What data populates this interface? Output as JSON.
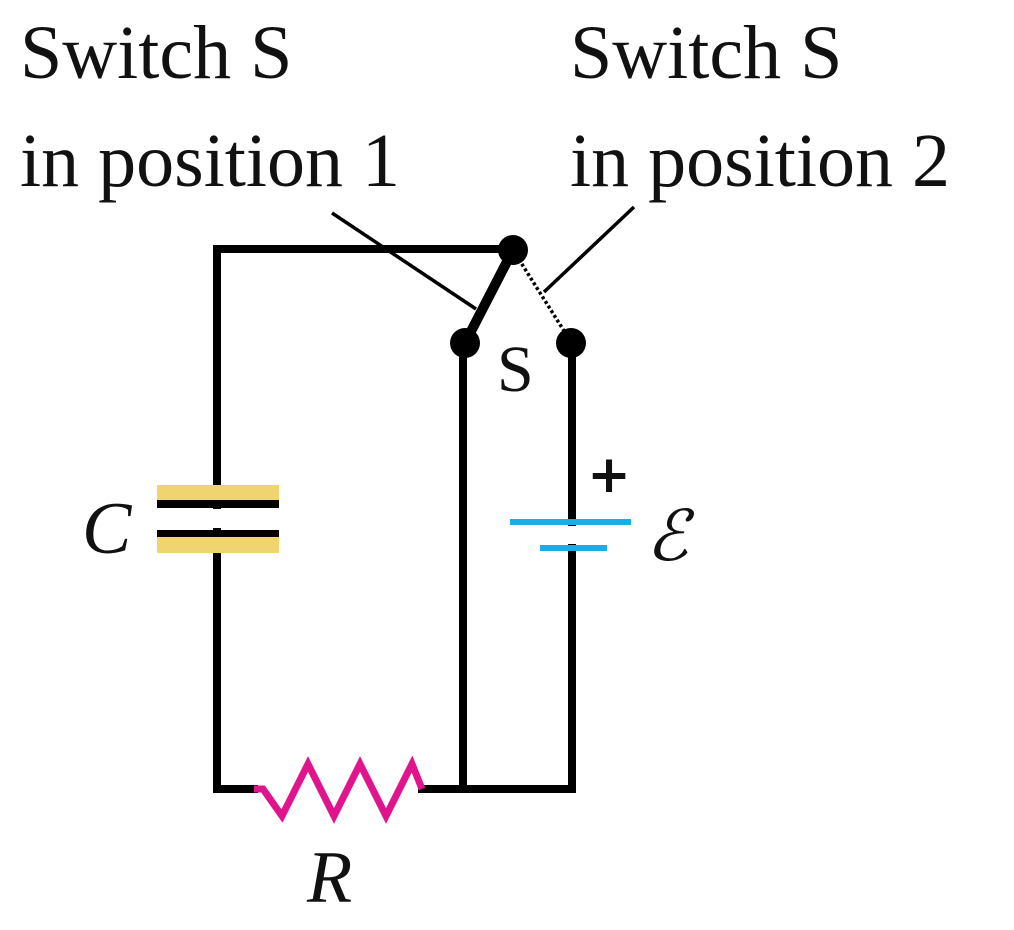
{
  "figure": {
    "type": "circuit-diagram",
    "description": "RC circuit with a two-position switch S, capacitor C, resistor R and battery (emf)"
  },
  "labels": {
    "switch_pos1_line1": "Switch S",
    "switch_pos1_line2": "in position 1",
    "switch_pos2_line1": "Switch S",
    "switch_pos2_line2": "in position 2",
    "switch": "S",
    "capacitor": "C",
    "resistor": "R",
    "emf": "ℰ",
    "battery_plus": "+"
  },
  "components": [
    {
      "name": "capacitor",
      "symbol": "C",
      "branch": "left"
    },
    {
      "name": "resistor",
      "symbol": "R",
      "branch": "bottom"
    },
    {
      "name": "battery",
      "symbol": "ℰ",
      "branch": "right",
      "polarity": "+ on top"
    },
    {
      "name": "switch",
      "symbol": "S",
      "state": "position 1 (closed to middle branch)",
      "alternate_state": "position 2 (dotted, to battery branch)"
    }
  ],
  "colors": {
    "wire": "#000000",
    "capacitor_highlight": "#f0d470",
    "battery_plates": "#1aaee6",
    "resistor": "#e0148c",
    "text": "#111111"
  }
}
